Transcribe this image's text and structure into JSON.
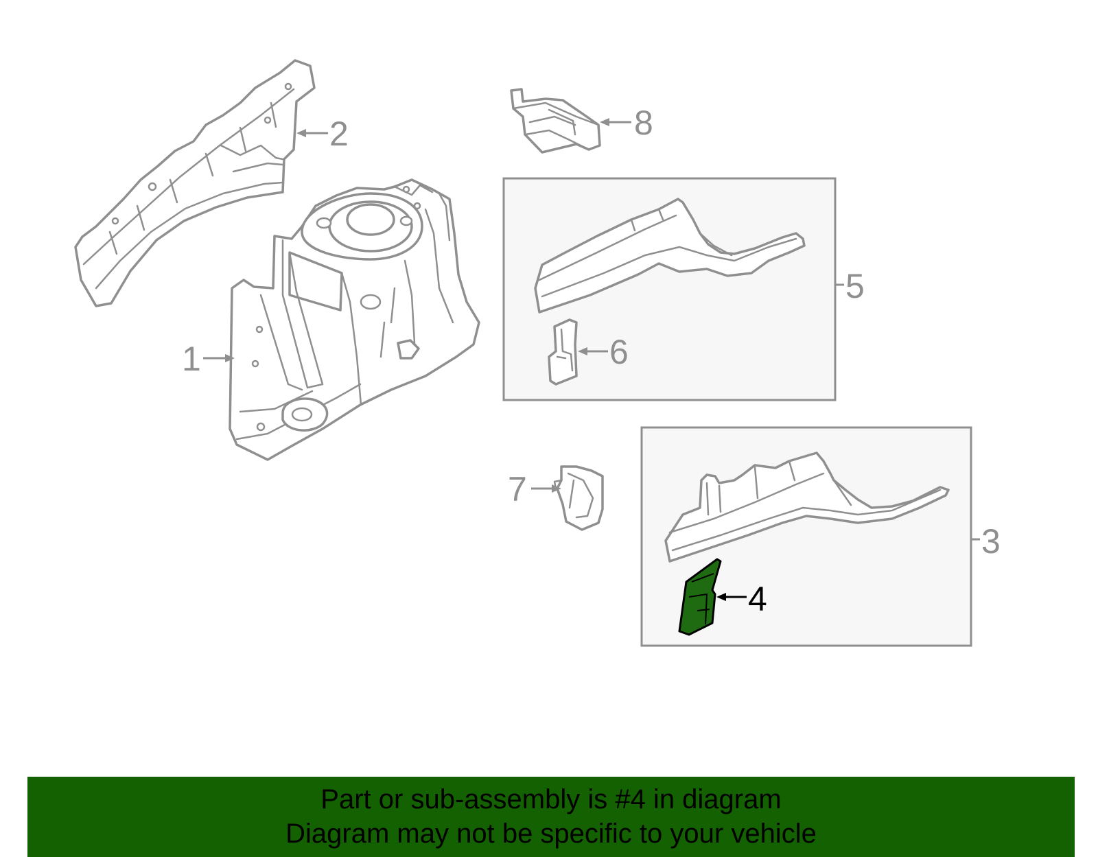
{
  "colors": {
    "line_art": "#8f8f8f",
    "highlight_fill": "#1f6b12",
    "banner_background": "#136100",
    "banner_text": "#000000"
  },
  "callouts": {
    "c1": "1",
    "c2": "2",
    "c3": "3",
    "c4": "4",
    "c5": "5",
    "c6": "6",
    "c7": "7",
    "c8": "8"
  },
  "highlighted_part": "4",
  "banner": {
    "line1": "Part or sub-assembly is #4 in diagram",
    "line2": "Diagram may not be specific to your vehicle"
  }
}
